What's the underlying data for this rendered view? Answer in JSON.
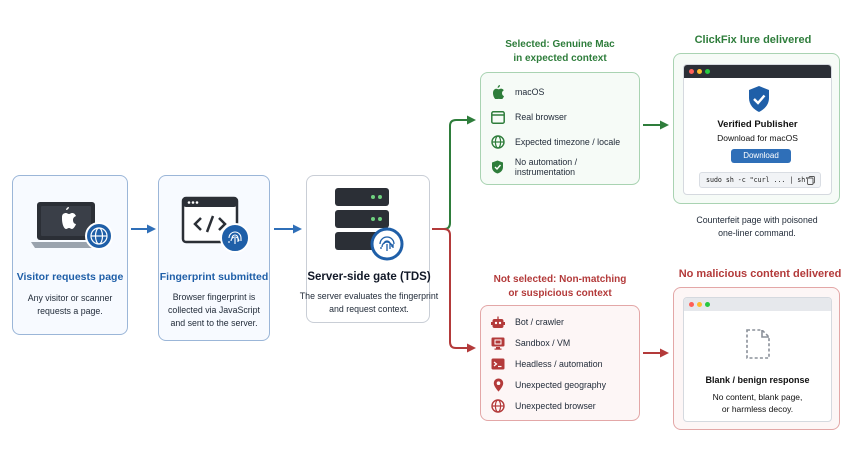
{
  "colors": {
    "blue": "#1f5fa8",
    "green": "#2e7d3b",
    "red": "#b33a3a",
    "arrow_blue": "#2f6fb8",
    "arrow_green": "#2e7d3b",
    "arrow_red": "#b33a3a"
  },
  "steps": [
    {
      "title": "Visitor requests page",
      "desc": [
        "Any visitor or scanner",
        "requests a page."
      ],
      "icon": "laptop-apple-globe-icon"
    },
    {
      "title": "Fingerprint submitted",
      "desc": [
        "Browser fingerprint is",
        "collected via JavaScript",
        "and sent to the server."
      ],
      "icon": "code-window-fingerprint-icon"
    },
    {
      "title": "Server-side gate (TDS)",
      "desc": [
        "The server evaluates the fingerprint",
        "and request context."
      ],
      "icon": "server-fingerprint-icon"
    }
  ],
  "selected": {
    "title": [
      "Selected: Genuine Mac",
      "in expected context"
    ],
    "items": [
      {
        "label": "macOS",
        "icon": "apple-icon"
      },
      {
        "label": "Real browser",
        "icon": "browser-window-icon"
      },
      {
        "label": "Expected timezone / locale",
        "icon": "globe-icon"
      },
      {
        "label": "No automation / instrumentation",
        "icon": "shield-check-icon"
      }
    ]
  },
  "not_selected": {
    "title": [
      "Not selected: Non-matching",
      "or suspicious context"
    ],
    "items": [
      {
        "label": "Bot / crawler",
        "icon": "robot-icon"
      },
      {
        "label": "Sandbox / VM",
        "icon": "monitor-icon"
      },
      {
        "label": "Headless / automation",
        "icon": "terminal-icon"
      },
      {
        "label": "Unexpected geography",
        "icon": "map-pin-icon"
      },
      {
        "label": "Unexpected browser",
        "icon": "globe-icon"
      }
    ]
  },
  "clickfix": {
    "title": "ClickFix lure delivered",
    "page_title": "Verified Publisher",
    "page_subtitle": "Download for macOS",
    "button": "Download",
    "command": "sudo sh -c \"curl ... | sh\"",
    "caption": [
      "Counterfeit page with poisoned",
      "one-liner command."
    ]
  },
  "benign": {
    "title": "No malicious content delivered",
    "page_title": "Blank / benign response",
    "desc": [
      "No content, blank page,",
      "or harmless decoy."
    ]
  }
}
